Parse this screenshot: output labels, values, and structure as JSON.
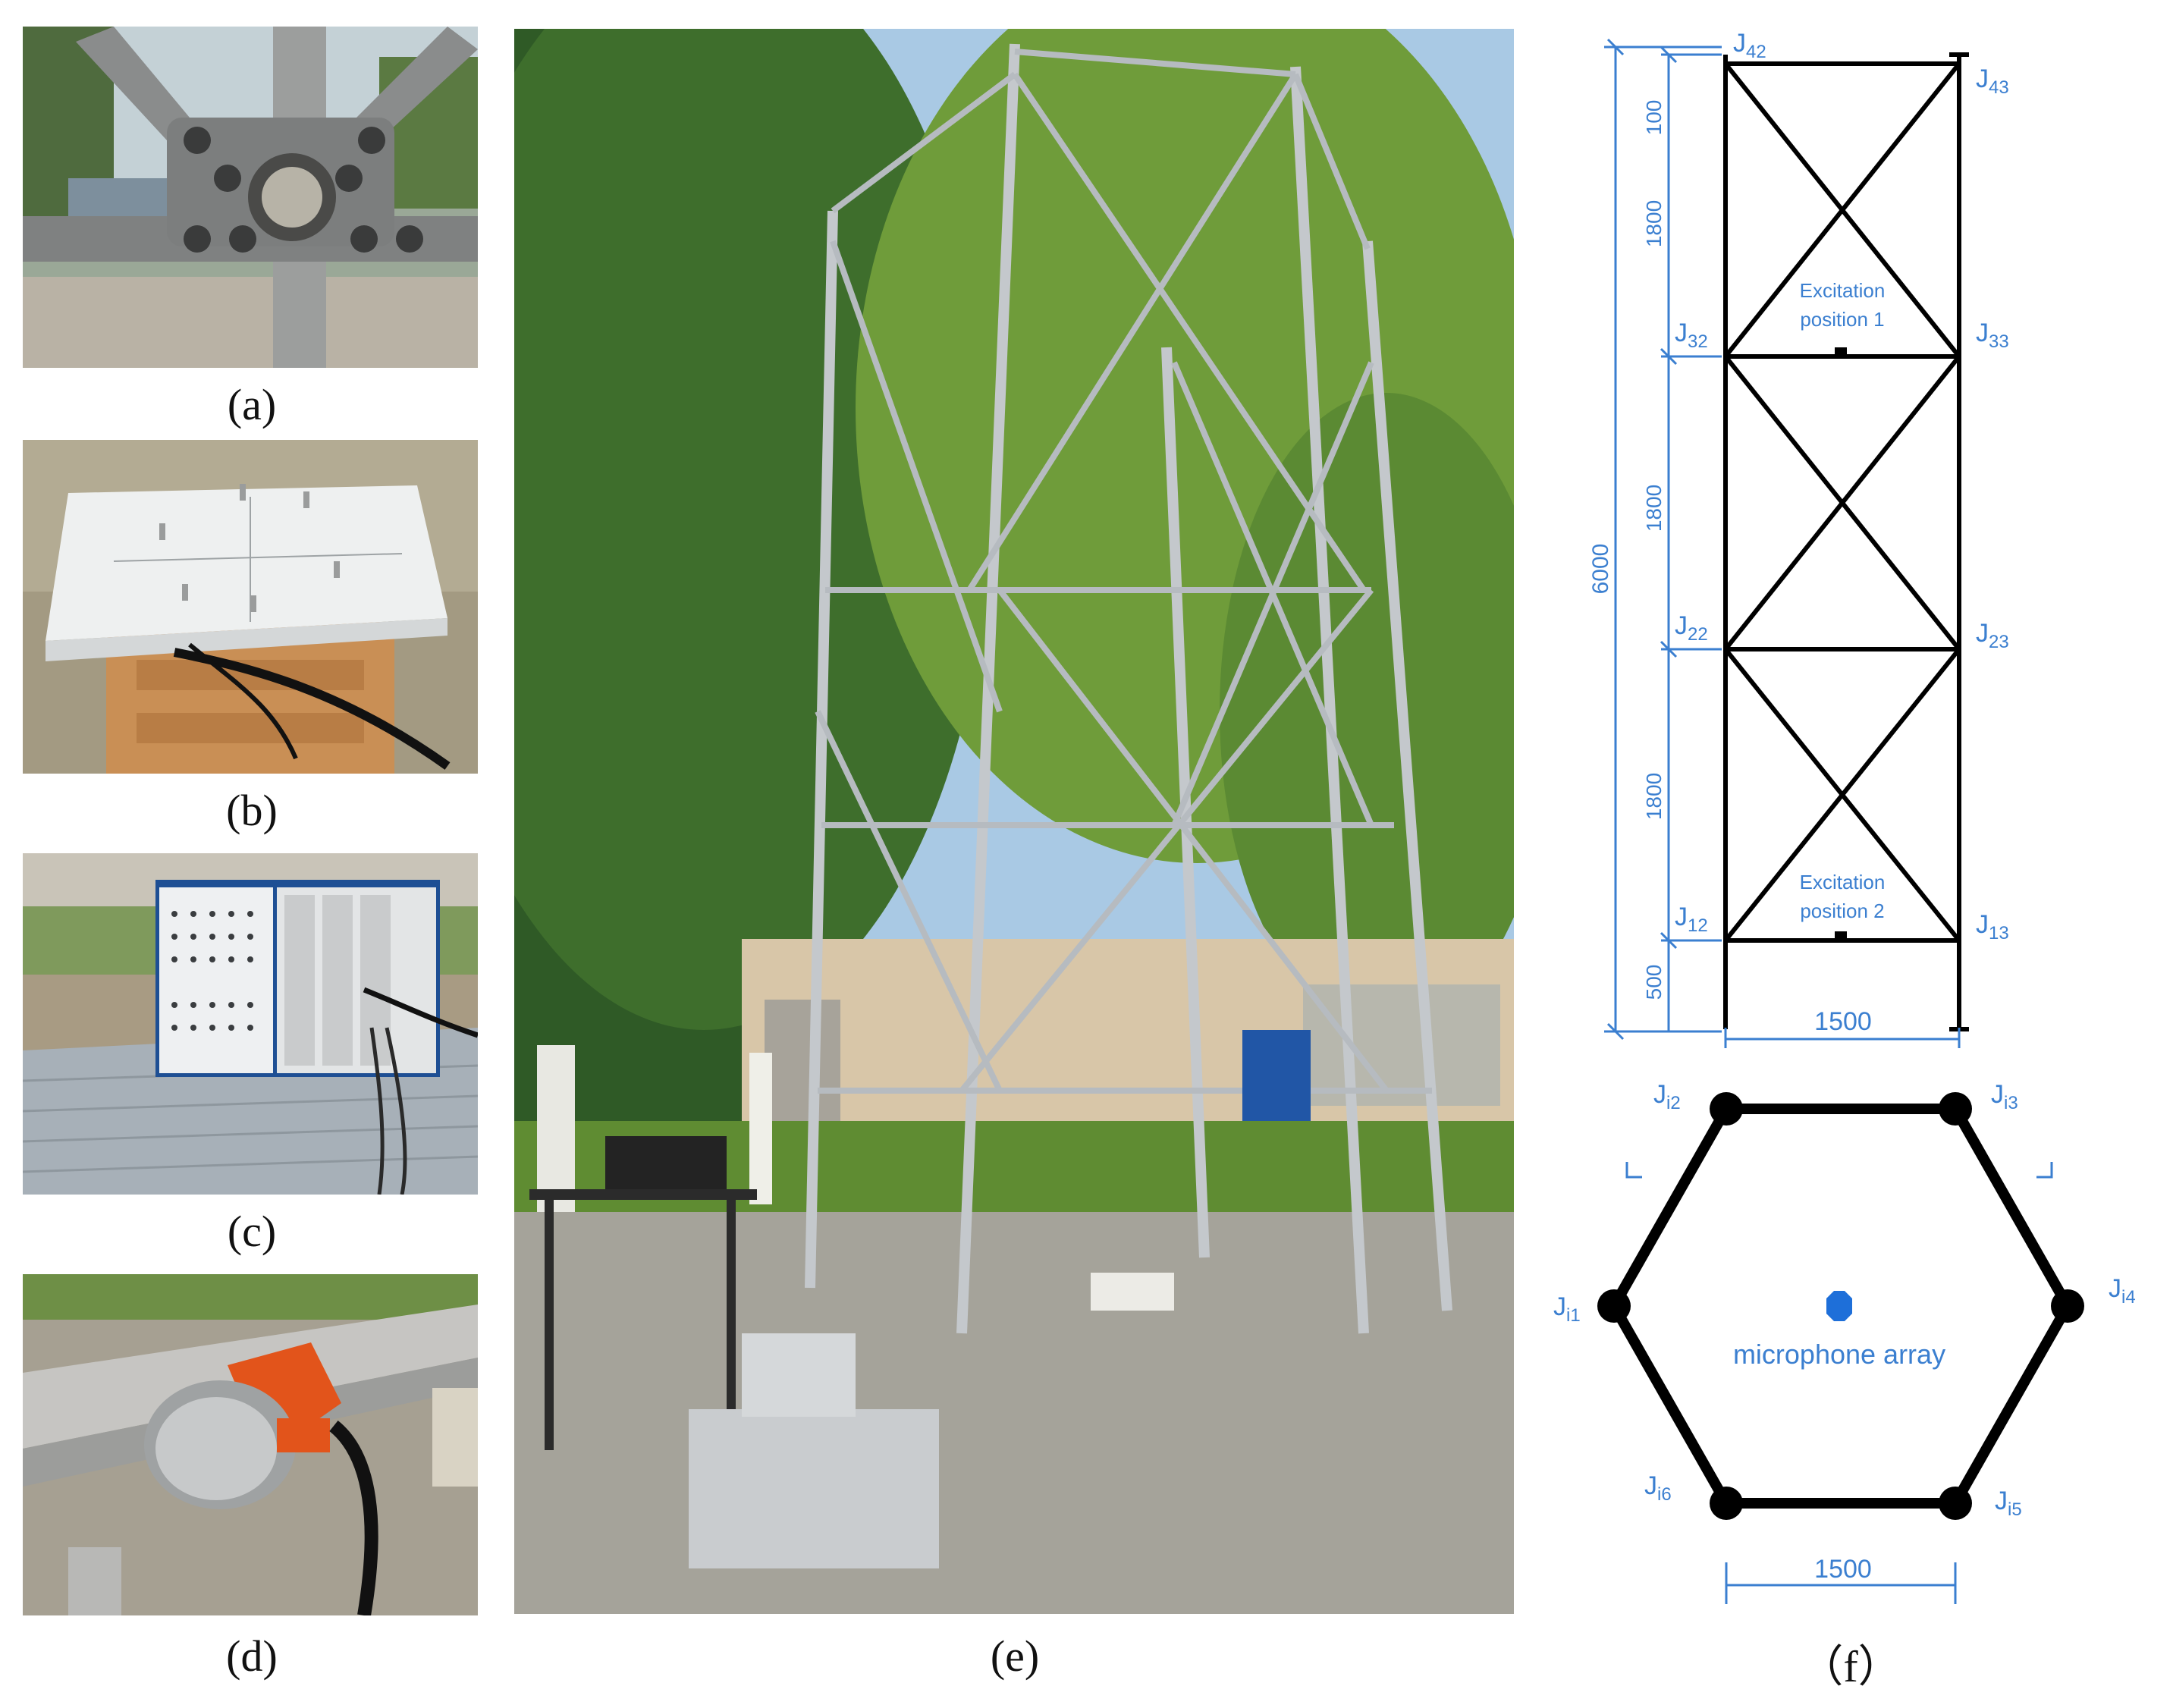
{
  "captions": {
    "a": "(a)",
    "b": "(b)",
    "c": "(c)",
    "d": "(d)",
    "e": "(e)",
    "f": "（f）"
  },
  "photos": {
    "a": "photo-joint-sensor",
    "b": "photo-microphone-plate",
    "c": "photo-acquisition-chassis",
    "d": "photo-vibration-exciter",
    "e": "photo-steel-tower"
  },
  "diagram": {
    "elevation": {
      "joints": {
        "j42": "J",
        "j42s": "42",
        "j43": "J",
        "j43s": "43",
        "j32": "J",
        "j32s": "32",
        "j33": "J",
        "j33s": "33",
        "j22": "J",
        "j22s": "22",
        "j23": "J",
        "j23s": "23",
        "j12": "J",
        "j12s": "12",
        "j13": "J",
        "j13s": "13"
      },
      "dims": {
        "total": "6000",
        "d100": "100",
        "d1800a": "1800",
        "d1800b": "1800",
        "d1800c": "1800",
        "d500": "500",
        "width": "1500"
      },
      "excitation1": [
        "Excitation",
        "position 1"
      ],
      "excitation2": [
        "Excitation",
        "position 2"
      ]
    },
    "plan": {
      "joints": {
        "ji1": "J",
        "ji1s": "i1",
        "ji2": "J",
        "ji2s": "i2",
        "ji3": "J",
        "ji3s": "i3",
        "ji4": "J",
        "ji4s": "i4",
        "ji5": "J",
        "ji5s": "i5",
        "ji6": "J",
        "ji6s": "i6"
      },
      "center": "microphone array",
      "width": "1500"
    },
    "colors": {
      "line": "#000000",
      "annotation": "#3b7fd0",
      "marker": "#1e6fd9"
    }
  }
}
